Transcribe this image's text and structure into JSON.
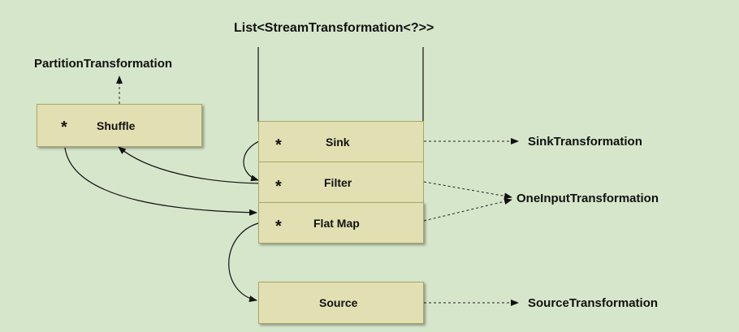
{
  "list_title": "List<StreamTransformation<?>>",
  "partition": {
    "transformation_label": "PartitionTransformation",
    "node_label": "Shuffle",
    "marker": "*"
  },
  "stack": {
    "sink": {
      "label": "Sink",
      "marker": "*"
    },
    "filter": {
      "label": "Filter",
      "marker": "*"
    },
    "flatmap": {
      "label": "Flat Map",
      "marker": "*"
    }
  },
  "source": {
    "label": "Source"
  },
  "transformations": {
    "sink": "SinkTransformation",
    "one_input": "OneInputTransformation",
    "source": "SourceTransformation"
  },
  "colors": {
    "background": "#d6e6cb",
    "box_fill": "#e2e0b2",
    "box_border": "#a8a766",
    "line": "#111111"
  }
}
